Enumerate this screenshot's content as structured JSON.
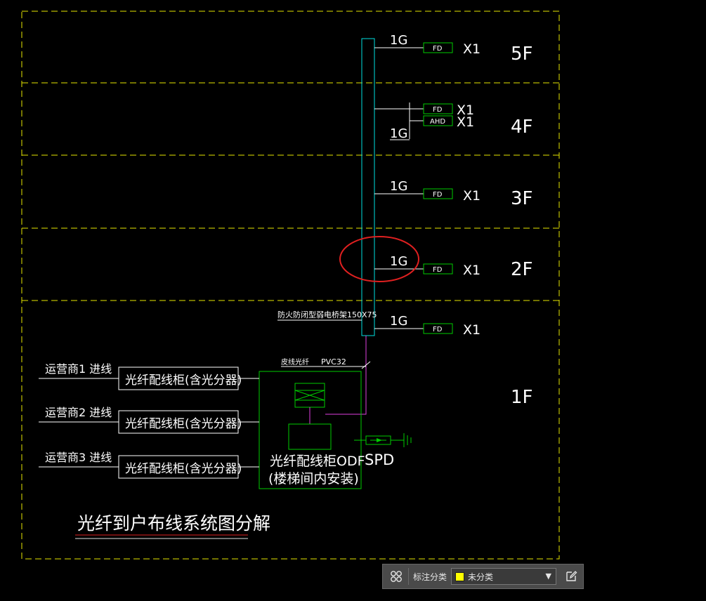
{
  "diagram": {
    "title": "光纤到户布线系统图分解",
    "floors": [
      "5F",
      "4F",
      "3F",
      "2F",
      "1F"
    ],
    "floor_outlets": [
      {
        "floor": "5F",
        "cable": "1G",
        "box": "FD",
        "qty": "X1"
      },
      {
        "floor": "4F",
        "cable": "1G",
        "box": "FD",
        "qty": "X1",
        "box2": "AHD",
        "qty2": "X1"
      },
      {
        "floor": "3F",
        "cable": "1G",
        "box": "FD",
        "qty": "X1"
      },
      {
        "floor": "2F",
        "cable": "1G",
        "box": "FD",
        "qty": "X1"
      },
      {
        "floor": "1F",
        "cable": "1G",
        "box": "FD",
        "qty": "X1"
      }
    ],
    "riser_label": "防火防闭型弱电桥架150X75",
    "cable_label": "皮线光纤",
    "conduit_label": "PVC32",
    "carriers": [
      {
        "incoming": "运营商1 进线",
        "cabinet": "光纤配线柜(含光分器)"
      },
      {
        "incoming": "运营商2 进线",
        "cabinet": "光纤配线柜(含光分器)"
      },
      {
        "incoming": "运营商3 进线",
        "cabinet": "光纤配线柜(含光分器)"
      }
    ],
    "odf_label_line1": "光纤配线柜ODF",
    "odf_label_line2": "(楼梯间内安装)",
    "spd_label": "SPD"
  },
  "toolbar": {
    "label": "标注分类",
    "selected": "未分类",
    "selected_color": "#ffff00",
    "icons": [
      "grid-icon",
      "edit-icon"
    ]
  },
  "colors": {
    "background": "#000000",
    "dashed_frame": "#e6e600",
    "riser": "#00e0e0",
    "equipment": "#00cc00",
    "magenta": "#e040e0",
    "highlight": "#e02020",
    "title_underline": "#e02020"
  }
}
